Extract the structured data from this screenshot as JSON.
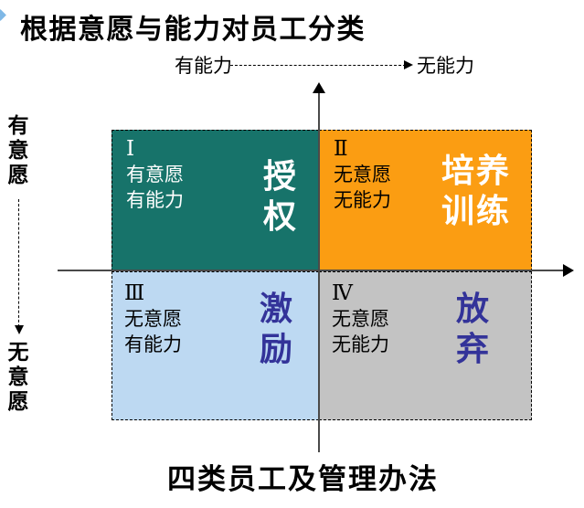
{
  "title": "根据意愿与能力对员工分类",
  "footer": "四类员工及管理办法",
  "top_axis": {
    "left": "有能力",
    "right": "无能力"
  },
  "left_axis": {
    "top": "有意愿",
    "bottom": "无意愿"
  },
  "quadrants": [
    {
      "numeral": "Ⅰ",
      "trait1": "有意愿",
      "trait2": "有能力",
      "action": "授权"
    },
    {
      "numeral": "Ⅱ",
      "trait1": "无意愿",
      "trait2": "无能力",
      "action": "培养训练"
    },
    {
      "numeral": "Ⅲ",
      "trait1": "无意愿",
      "trait2": "有能力",
      "action": "激励"
    },
    {
      "numeral": "Ⅳ",
      "trait1": "无意愿",
      "trait2": "无能力",
      "action": "放弃"
    }
  ],
  "colors": {
    "quadrant1_bg": "#17736A",
    "quadrant2_bg": "#FB9D12",
    "quadrant3_bg": "#BDD9F2",
    "quadrant4_bg": "#C3C3C3",
    "action_text_light": "#FFFFFF",
    "action_text_dark": "#333399",
    "axis_line": "#4A4A4A",
    "bullet_accent": "#7FB8E6"
  }
}
